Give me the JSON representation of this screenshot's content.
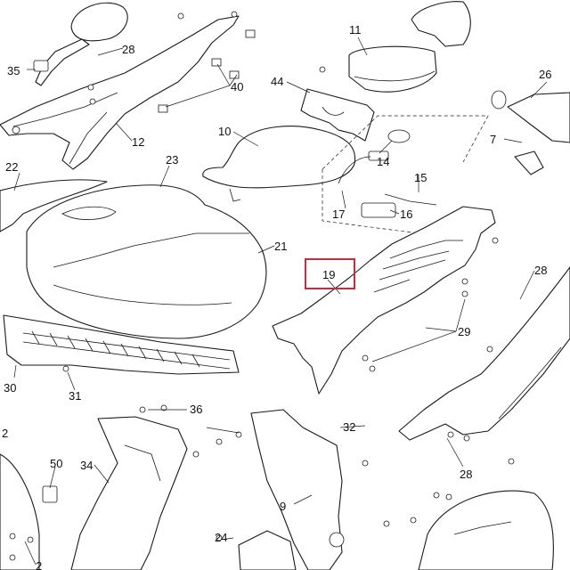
{
  "diagram": {
    "labels": [
      {
        "id": "p28a",
        "text": "28"
      },
      {
        "id": "p35",
        "text": "35"
      },
      {
        "id": "p40",
        "text": "40"
      },
      {
        "id": "p12",
        "text": "12"
      },
      {
        "id": "p11",
        "text": "11"
      },
      {
        "id": "p44",
        "text": "44"
      },
      {
        "id": "p10",
        "text": "10"
      },
      {
        "id": "p14",
        "text": "14"
      },
      {
        "id": "p15",
        "text": "15"
      },
      {
        "id": "p17",
        "text": "17"
      },
      {
        "id": "p16",
        "text": "16"
      },
      {
        "id": "p26",
        "text": "26"
      },
      {
        "id": "p7",
        "text": "7"
      },
      {
        "id": "p22",
        "text": "22"
      },
      {
        "id": "p23",
        "text": "23"
      },
      {
        "id": "p21",
        "text": "21"
      },
      {
        "id": "p19",
        "text": "19"
      },
      {
        "id": "p28b",
        "text": "28"
      },
      {
        "id": "p29",
        "text": "29"
      },
      {
        "id": "p30",
        "text": "30"
      },
      {
        "id": "p31",
        "text": "31"
      },
      {
        "id": "p36",
        "text": "36"
      },
      {
        "id": "p32",
        "text": "32"
      },
      {
        "id": "p28c",
        "text": "28"
      },
      {
        "id": "p2a",
        "text": "2"
      },
      {
        "id": "p50",
        "text": "50"
      },
      {
        "id": "p34",
        "text": "34"
      },
      {
        "id": "p9",
        "text": "9"
      },
      {
        "id": "p24",
        "text": "24"
      },
      {
        "id": "p2b",
        "text": "2"
      }
    ],
    "highlight": {
      "target": "p19",
      "color": "#cc2a3a"
    }
  }
}
